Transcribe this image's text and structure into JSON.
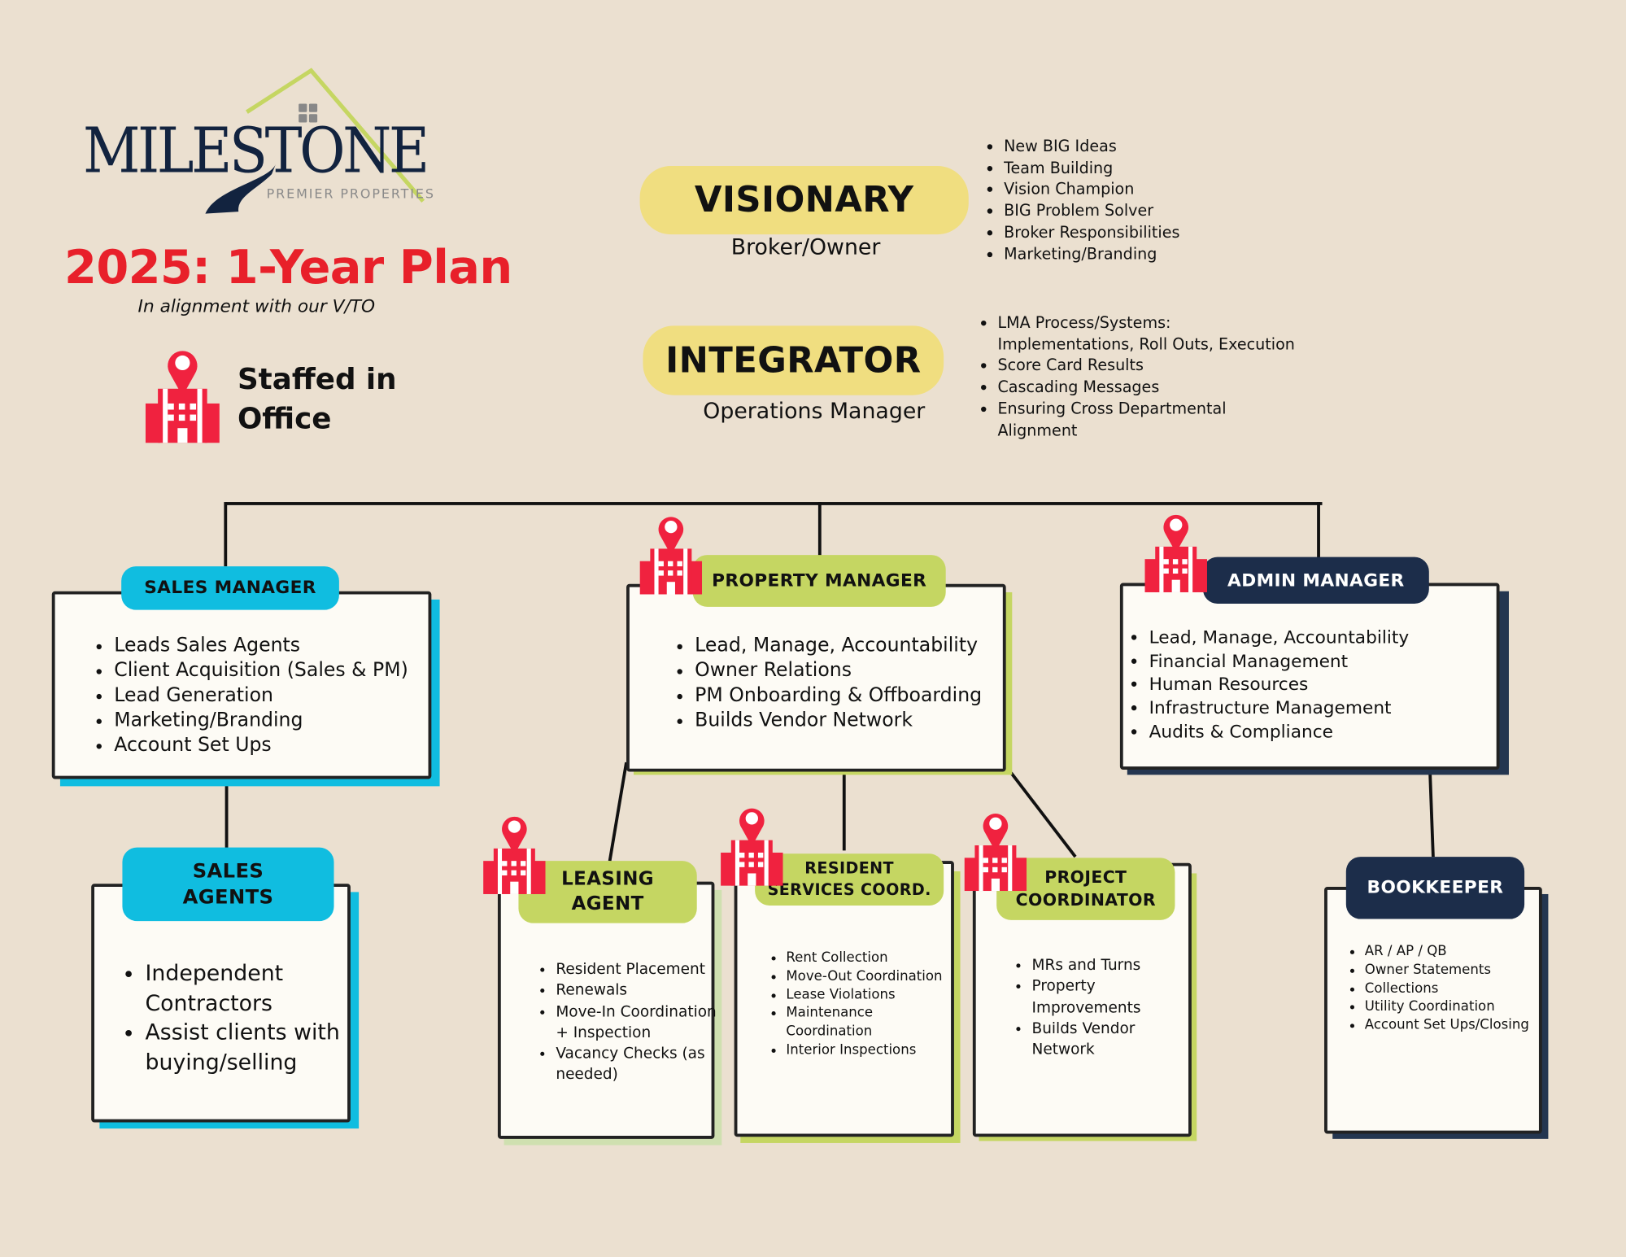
{
  "logo": {
    "name": "MILESTONE",
    "tagline": "PREMIER PROPERTIES"
  },
  "header": {
    "title": "2025: 1-Year Plan",
    "subtitle": "In alignment with our V/TO"
  },
  "legend": {
    "label_line1": "Staffed in",
    "label_line2": "Office",
    "icon": "office-pin-icon"
  },
  "colors": {
    "background": "#ebe0d0",
    "red": "#e8202a",
    "pin": "#f0223f",
    "navy": "#1c2d4a",
    "cyan": "#10bde0",
    "green": "#c5d662",
    "yellow": "#f0de80"
  },
  "visionary": {
    "title": "VISIONARY",
    "role": "Broker/Owner",
    "items": [
      "New BIG Ideas",
      "Team Building",
      "Vision Champion",
      "BIG Problem Solver",
      "Broker Responsibilities",
      "Marketing/Branding"
    ]
  },
  "integrator": {
    "title": "INTEGRATOR",
    "role": "Operations Manager",
    "items": [
      "LMA Process/Systems: Implementations, Roll Outs, Execution",
      "Score Card Results",
      "Cascading Messages",
      "Ensuring Cross Departmental Alignment"
    ]
  },
  "sales_manager": {
    "title": "SALES MANAGER",
    "items": [
      "Leads Sales Agents",
      "Client Acquisition (Sales & PM)",
      "Lead Generation",
      "Marketing/Branding",
      "Account Set Ups"
    ]
  },
  "sales_agents": {
    "title_line1": "SALES",
    "title_line2": "AGENTS",
    "items": [
      "Independent Contractors",
      "Assist clients with buying/selling"
    ]
  },
  "property_manager": {
    "title": "PROPERTY MANAGER",
    "items": [
      "Lead, Manage, Accountability",
      "Owner Relations",
      "PM Onboarding & Offboarding",
      "Builds Vendor Network"
    ]
  },
  "admin_manager": {
    "title": "ADMIN MANAGER",
    "items": [
      "Lead, Manage, Accountability",
      "Financial Management",
      "Human Resources",
      "Infrastructure Management",
      "Audits & Compliance"
    ]
  },
  "leasing_agent": {
    "title_line1": "LEASING",
    "title_line2": "AGENT",
    "items": [
      "Resident Placement",
      "Renewals",
      "Move-In Coordination + Inspection",
      "Vacancy Checks (as needed)"
    ]
  },
  "resident_services": {
    "title_line1": "RESIDENT",
    "title_line2": "SERVICES COORD.",
    "items": [
      "Rent Collection",
      "Move-Out Coordination",
      "Lease Violations",
      "Maintenance Coordination",
      "Interior Inspections"
    ]
  },
  "project_coordinator": {
    "title_line1": "PROJECT",
    "title_line2": "COORDINATOR",
    "items": [
      "MRs and Turns",
      "Property Improvements",
      "Builds Vendor Network"
    ]
  },
  "bookkeeper": {
    "title": "BOOKKEEPER",
    "items": [
      "AR / AP / QB",
      "Owner Statements",
      "Collections",
      "Utility Coordination",
      "Account Set Ups/Closing"
    ]
  }
}
